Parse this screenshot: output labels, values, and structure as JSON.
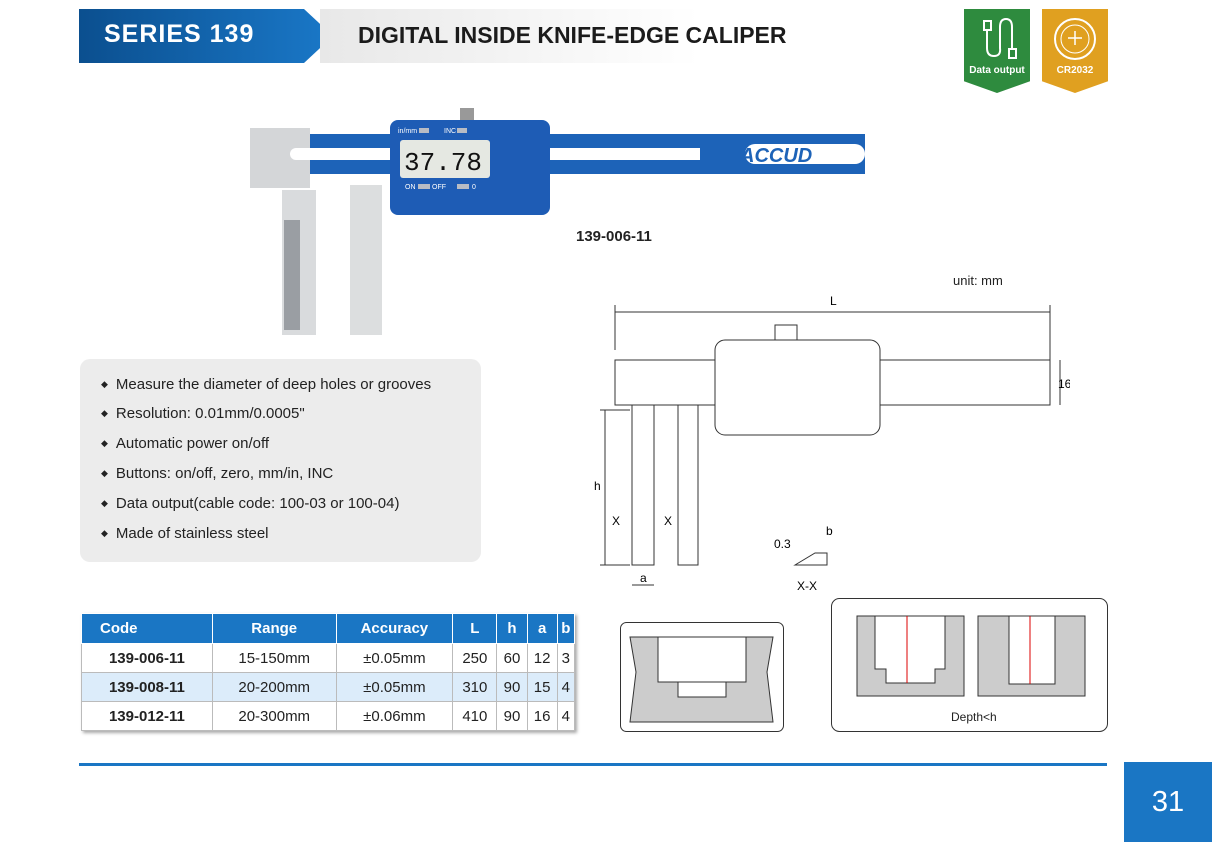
{
  "header": {
    "series": "SERIES 139",
    "title": "DIGITAL INSIDE KNIFE-EDGE CALIPER"
  },
  "badges": [
    {
      "label": "Data output",
      "icon": "usb-cable-icon",
      "color": "#2e8b3e"
    },
    {
      "label": "CR2032",
      "icon": "coin-battery-icon",
      "color": "#e0a020"
    }
  ],
  "product": {
    "model": "139-006-11",
    "display": "37.78",
    "brand": "ACCUD",
    "buttons": [
      "in/mm",
      "INC",
      "ON",
      "OFF",
      "0"
    ]
  },
  "features": [
    "Measure the diameter of deep holes or grooves",
    "Resolution: 0.01mm/0.0005\"",
    "Automatic power on/off",
    "Buttons: on/off, zero, mm/in, INC",
    "Data output(cable code: 100-03 or 100-04)",
    "Made of stainless steel"
  ],
  "drawing": {
    "unit": "unit: mm",
    "L": "L",
    "h": "h",
    "w": "16",
    "x": "X",
    "a": "a",
    "t": "0.3",
    "b": "b",
    "section": "X-X",
    "depth_note": "Depth<h"
  },
  "table": {
    "headers": [
      "Code",
      "Range",
      "Accuracy",
      "L",
      "h",
      "a",
      "b"
    ],
    "rows": [
      [
        "139-006-11",
        "15-150mm",
        "±0.05mm",
        "250",
        "60",
        "12",
        "3"
      ],
      [
        "139-008-11",
        "20-200mm",
        "±0.05mm",
        "310",
        "90",
        "15",
        "4"
      ],
      [
        "139-012-11",
        "20-300mm",
        "±0.06mm",
        "410",
        "90",
        "16",
        "4"
      ]
    ]
  },
  "page_number": "31"
}
